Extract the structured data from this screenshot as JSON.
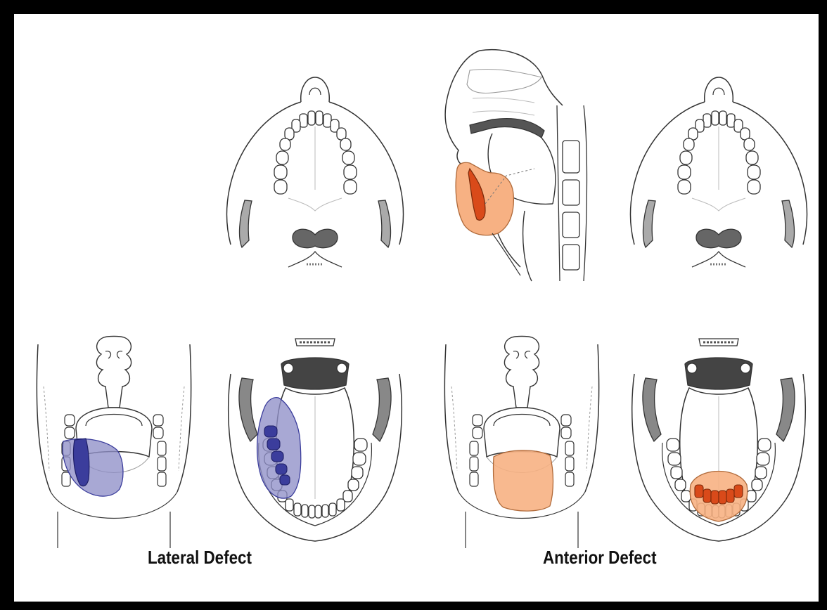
{
  "captions": {
    "lateral": "Lateral Defect",
    "anterior": "Anterior Defect"
  },
  "colors": {
    "frame": "#000000",
    "background": "#ffffff",
    "line": "#333333",
    "lateral_fill": "#8f90c8",
    "lateral_dark": "#3b3d9c",
    "anterior_fill": "#f7b183",
    "anterior_dark": "#d94a1a",
    "shade": "#555555"
  },
  "figures": [
    {
      "name": "lateral-coronal",
      "defect": "lateral"
    },
    {
      "name": "lateral-axial",
      "defect": "lateral"
    },
    {
      "name": "anterior-sagittal",
      "defect": "anterior"
    },
    {
      "name": "anterior-coronal",
      "defect": "anterior"
    },
    {
      "name": "anterior-axial",
      "defect": "anterior"
    },
    {
      "name": "axial-reference-left",
      "defect": "none"
    },
    {
      "name": "axial-reference-right",
      "defect": "none"
    }
  ]
}
